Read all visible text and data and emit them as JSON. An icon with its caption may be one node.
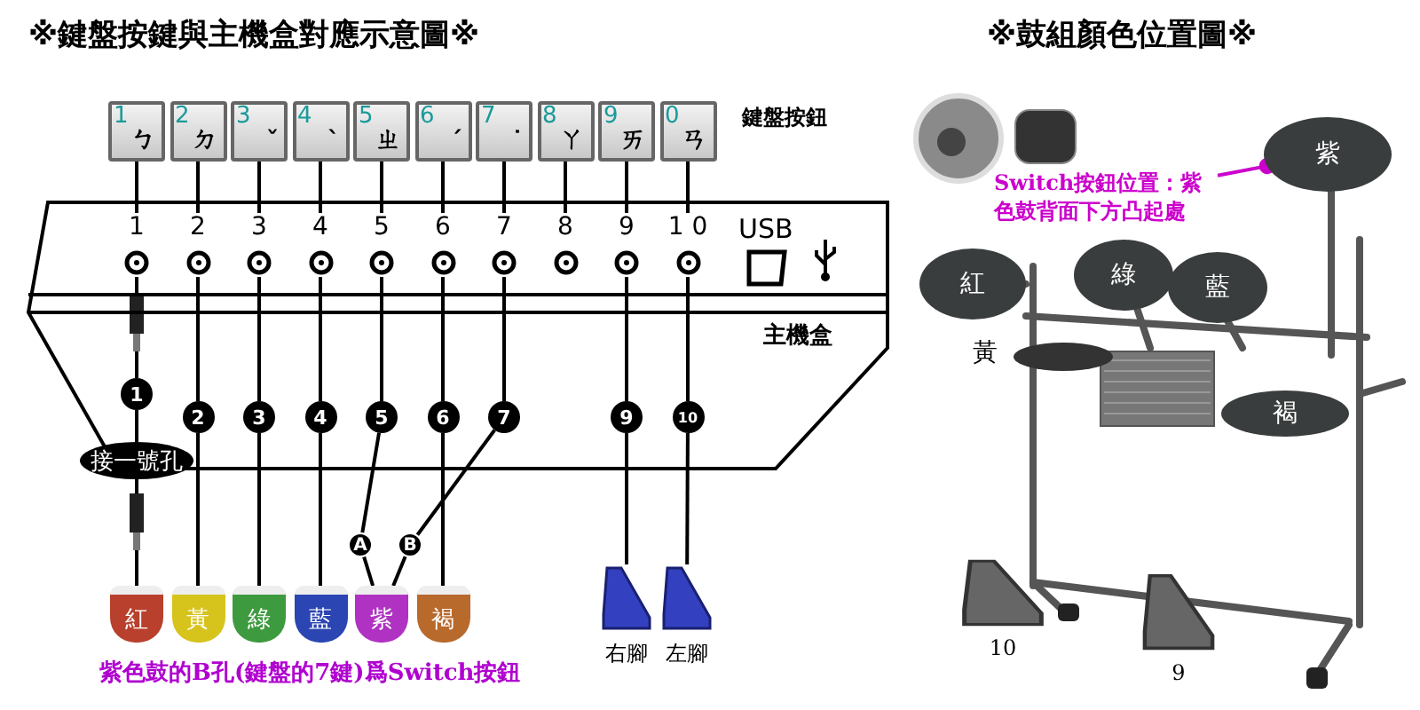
{
  "diagram": {
    "title": "※鍵盤按鍵與主機盒對應示意圖※",
    "caption": "紫色鼓的B孔(鍵盤的7鍵)爲Switch按鈕",
    "nodes": [
      {
        "text": [
          "1",
          "ㄅ"
        ]
      },
      {
        "text": [
          "2",
          "ㄉ"
        ]
      },
      {
        "text": [
          "3",
          "ˇ"
        ]
      },
      {
        "text": [
          "4",
          "ˋ"
        ]
      },
      {
        "text": [
          "5",
          "ㄓ"
        ]
      },
      {
        "text": [
          "6",
          "ˊ"
        ]
      },
      {
        "text": [
          "7",
          "˙"
        ]
      },
      {
        "text": [
          "8",
          "ㄚ"
        ]
      },
      {
        "text": [
          "9",
          "ㄞ"
        ]
      },
      {
        "text": [
          "0",
          "ㄢ"
        ]
      },
      {
        "text": [
          "主機盒"
        ]
      },
      {
        "text": [
          "1"
        ],
        "in": 10
      },
      {
        "text": [
          "2"
        ],
        "in": 10
      },
      {
        "text": [
          "3"
        ],
        "in": 10
      },
      {
        "text": [
          "4"
        ],
        "in": 10
      },
      {
        "text": [
          "5"
        ],
        "in": 10
      },
      {
        "text": [
          "6"
        ],
        "in": 10
      },
      {
        "text": [
          "7"
        ],
        "in": 10
      },
      {
        "text": [
          "8"
        ],
        "in": 10
      },
      {
        "text": [
          "9"
        ],
        "in": 10
      },
      {
        "text": [
          "1 0"
        ],
        "in": 10
      },
      {
        "text": [
          "USB"
        ],
        "in": 10
      },
      {
        "text": [
          "1"
        ],
        "in": 10
      },
      {
        "text": [
          "2"
        ],
        "in": 10
      },
      {
        "text": [
          "3"
        ],
        "in": 10
      },
      {
        "text": [
          "4"
        ],
        "in": 10
      },
      {
        "text": [
          "5"
        ],
        "in": 10
      },
      {
        "text": [
          "6"
        ],
        "in": 10
      },
      {
        "text": [
          "7"
        ],
        "in": 10
      },
      {
        "text": [
          "9"
        ],
        "in": 10
      },
      {
        "text": [
          "10"
        ],
        "in": 10
      },
      {
        "text": [
          "接一號孔"
        ]
      },
      {
        "text": [
          "A"
        ]
      },
      {
        "text": [
          "B"
        ]
      },
      {
        "text": [
          "紅"
        ]
      },
      {
        "text": [
          "黃"
        ]
      },
      {
        "text": [
          "綠"
        ]
      },
      {
        "text": [
          "藍"
        ]
      },
      {
        "text": [
          "紫"
        ]
      },
      {
        "text": [
          "褐"
        ]
      },
      {
        "text": [],
        "shape": "picture",
        "beside": [
          "右腳"
        ]
      },
      {
        "text": [],
        "shape": "picture",
        "beside": [
          "左腳"
        ]
      },
      {
        "text": [],
        "shape": "picture"
      },
      {
        "text": [
          "紫"
        ],
        "in": 42
      },
      {
        "text": [
          "紅"
        ],
        "in": 42
      },
      {
        "text": [
          "綠"
        ],
        "in": 42
      },
      {
        "text": [
          "藍"
        ],
        "in": 42
      },
      {
        "text": [
          "黃"
        ],
        "in": 42
      },
      {
        "text": [
          "褐"
        ],
        "in": 42
      },
      {
        "text": [],
        "shape": "picture",
        "beside": [
          "10"
        ],
        "in": 42
      },
      {
        "text": [],
        "shape": "picture",
        "beside": [
          "9"
        ],
        "in": 42
      },
      {
        "text": [
          "Switch按鈕位置：紫色鼓背面下方凸起處"
        ],
        "in": 42
      }
    ],
    "edges": [
      {
        "from": 0,
        "to": 11,
        "arrow": "none"
      },
      {
        "from": 1,
        "to": 12,
        "arrow": "none"
      },
      {
        "from": 2,
        "to": 13,
        "arrow": "none"
      },
      {
        "from": 3,
        "to": 14,
        "arrow": "none"
      },
      {
        "from": 4,
        "to": 15,
        "arrow": "none"
      },
      {
        "from": 5,
        "to": 16,
        "arrow": "none"
      },
      {
        "from": 6,
        "to": 17,
        "arrow": "none"
      },
      {
        "from": 7,
        "to": 18,
        "arrow": "none"
      },
      {
        "from": 8,
        "to": 19,
        "arrow": "none"
      },
      {
        "from": 9,
        "to": 20,
        "arrow": "none"
      },
      {
        "from": 11,
        "to": 22,
        "arrow": "none"
      },
      {
        "from": 12,
        "to": 23,
        "arrow": "none"
      },
      {
        "from": 13,
        "to": 24,
        "arrow": "none"
      },
      {
        "from": 14,
        "to": 25,
        "arrow": "none"
      },
      {
        "from": 15,
        "to": 26,
        "arrow": "none"
      },
      {
        "from": 16,
        "to": 27,
        "arrow": "none"
      },
      {
        "from": 17,
        "to": 28,
        "arrow": "none"
      },
      {
        "from": 19,
        "to": 29,
        "arrow": "none"
      },
      {
        "from": 20,
        "to": 30,
        "arrow": "none"
      },
      {
        "from": 22,
        "to": 31,
        "arrow": "none"
      },
      {
        "from": 31,
        "to": 34,
        "arrow": "none"
      },
      {
        "from": 23,
        "to": 35,
        "arrow": "none"
      },
      {
        "from": 24,
        "to": 36,
        "arrow": "none"
      },
      {
        "from": 25,
        "to": 37,
        "arrow": "none"
      },
      {
        "from": 26,
        "to": 32,
        "arrow": "none"
      },
      {
        "from": 32,
        "to": 38,
        "arrow": "none"
      },
      {
        "from": 28,
        "to": 33,
        "arrow": "none"
      },
      {
        "from": 33,
        "to": 38,
        "arrow": "none"
      },
      {
        "from": 27,
        "to": 39,
        "arrow": "none"
      },
      {
        "from": 29,
        "to": 40,
        "arrow": "none"
      },
      {
        "from": 30,
        "to": 41,
        "arrow": "none"
      },
      {
        "from": 51,
        "to": 43,
        "arrow": "other",
        "color": "#cc00cc"
      }
    ],
    "labels": [
      "※鼓組顏色位置圖※",
      "鍵盤按鈕"
    ]
  }
}
